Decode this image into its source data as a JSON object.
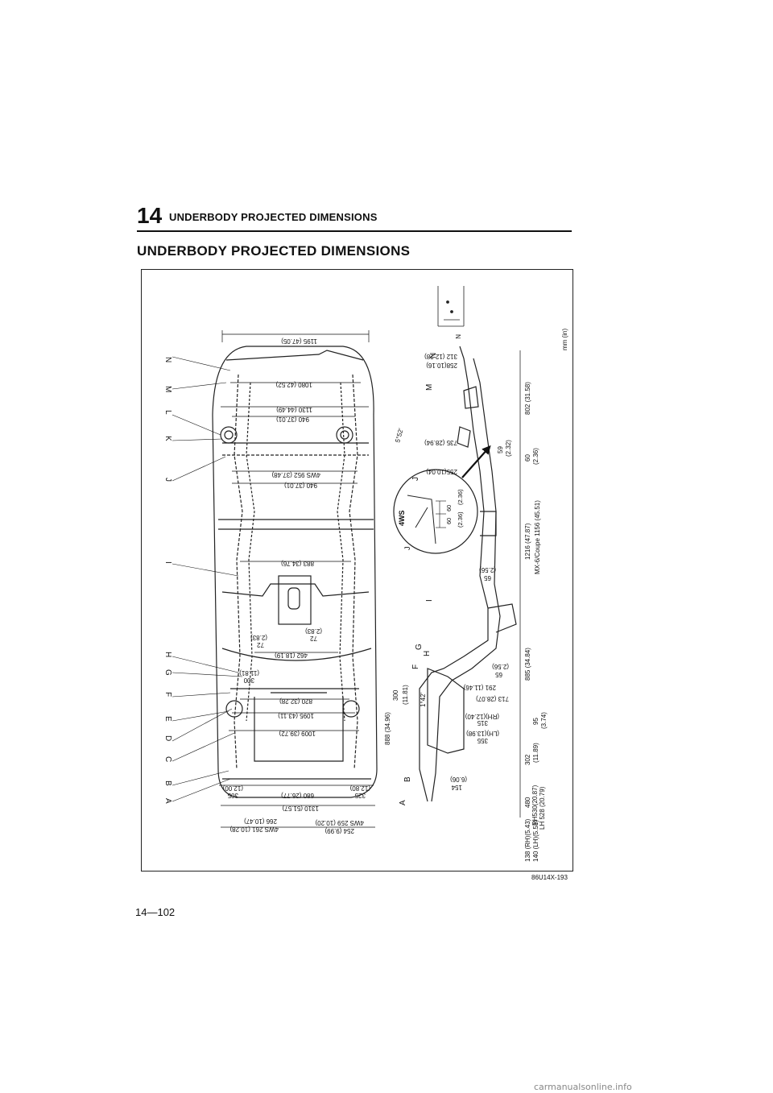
{
  "header": {
    "chapter_number": "14",
    "title": "UNDERBODY PROJECTED DIMENSIONS"
  },
  "section_title": "UNDERBODY PROJECTED DIMENSIONS",
  "figure": {
    "code": "86U14X-193",
    "units": "mm (in)",
    "point_labels": [
      "A",
      "B",
      "C",
      "D",
      "E",
      "F",
      "G",
      "H",
      "I",
      "J",
      "K",
      "L",
      "M",
      "N"
    ],
    "top_view": {
      "dim_rear_width": "1195 (47.05)",
      "dim_m": "1080 (42.52)",
      "dim_l_outer": "1130 (44.49)",
      "dim_l_inner": "940 (37.01)",
      "dim_j_4ws": "4WS 952 (37.48)",
      "dim_j": "940 (37.01)",
      "dim_i": "883 (34.76)",
      "dim_h_left": "72",
      "dim_h_left_in": "(2.83)",
      "dim_h_right": "72",
      "dim_h_right_in": "(2.83)",
      "dim_g": "462 (18.19)",
      "dim_e_300": "300",
      "dim_e_300_in": "(11.81)",
      "dim_d": "820 (32.28)",
      "dim_c": "1095 (43.11)",
      "dim_b": "1009 (39.72)",
      "dim_a_left": "305",
      "dim_a_left_in": "(12.00)",
      "dim_a_mid": "680 (26.77)",
      "dim_a_right": "325",
      "dim_a_right_in": "(12.80)",
      "dim_overall": "1310 (51.57)",
      "dim_266": "266 (10.47)",
      "dim_4ws_261": "4WS 261 (10.28)",
      "dim_254": "254 (9.99)",
      "dim_4ws_259": "4WS 259 (10.20)"
    },
    "side_view": {
      "angle_1": "5°52'",
      "angle_2": "1°42'",
      "dim_312": "312 (12.28)",
      "dim_258": "258(10.16)",
      "dim_735": "735 (28.94)",
      "dim_59": "59",
      "dim_59_in": "(2.32)",
      "dim_255": "255(10.04)",
      "dim_65a": "65",
      "dim_65a_in": "(2.56)",
      "dim_65b": "65",
      "dim_65b_in": "(2.56)",
      "dim_291": "291 (11.46)",
      "dim_713": "713 (28.07)",
      "dim_315": "315",
      "dim_315_in": "(RH)(12.40)",
      "dim_355": "355",
      "dim_355_in": "(LH)(13.98)",
      "dim_154": "154",
      "dim_154_in": "(6.06)",
      "dim_300": "300",
      "dim_300_in": "(11.81)",
      "dim_888": "888 (34.96)",
      "bottom_138": "138 (RH)(5.43)",
      "bottom_140": "140 (LH)(5.51)",
      "bottom_480": "480",
      "bottom_rh530": "RH530(20.87)",
      "bottom_lh528": "LH 528 (20.79)",
      "bottom_302": "302",
      "bottom_302_in": "(11.89)",
      "bottom_95": "95",
      "bottom_95_in": "(3.74)",
      "bottom_885": "885 (34.84)",
      "bottom_1216": "1216 (47.87)",
      "bottom_mx6": "MX-6/Coupe 1156 (45.51)",
      "bottom_60": "60",
      "bottom_60_in": "(2.36)",
      "bottom_802": "802 (31.58)"
    },
    "detail": {
      "label_4ws": "4WS",
      "label_j": "J",
      "dim_60a": "60",
      "dim_60b": "60",
      "dim_in_a": "(2.36)",
      "dim_in_b": "(2.36)"
    }
  },
  "page_number": "14—102",
  "watermark": "carmanualsonline.info"
}
